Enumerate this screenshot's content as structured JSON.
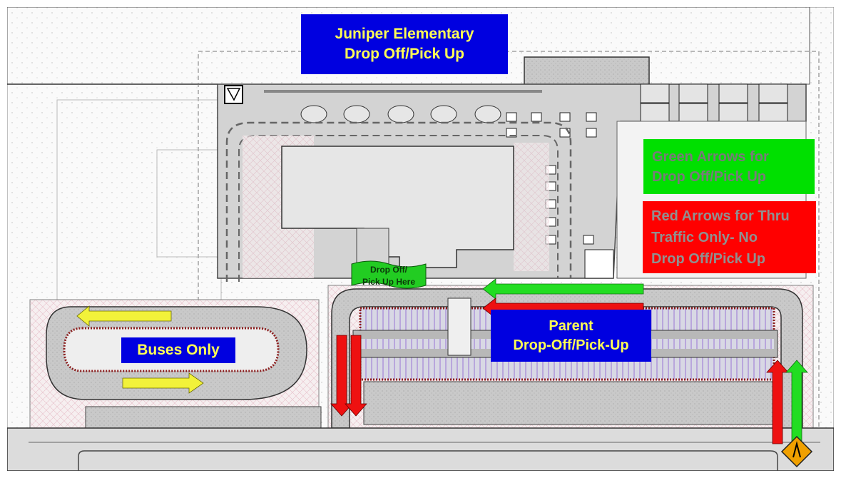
{
  "title": {
    "line1": "Juniper Elementary",
    "line2": "Drop Off/Pick Up"
  },
  "legend": {
    "green_line1": "Green Arrows for",
    "green_line2": "Drop Off/Pick Up",
    "red_line1": "Red Arrows for Thru",
    "red_line2": "Traffic Only- No",
    "red_line3": "Drop Off/Pick Up"
  },
  "zones": {
    "buses": "Buses Only",
    "parent_line1": "Parent",
    "parent_line2": "Drop-Off/Pick-Up",
    "flag_line1": "Drop Off/",
    "flag_line2": "Pick Up Here"
  },
  "colors": {
    "label_blue": "#0000e0",
    "label_yellow": "#ffff55",
    "arrow_green": "#22dd22",
    "arrow_red": "#ee1111",
    "arrow_yellow": "#f2f23a",
    "pavement": "#c8c8c8",
    "building": "#e6e6e6"
  },
  "icons": [
    "arrow-left-icon",
    "arrow-right-icon",
    "arrow-up-icon",
    "arrow-down-icon",
    "warning-sign-icon",
    "flag-icon"
  ]
}
